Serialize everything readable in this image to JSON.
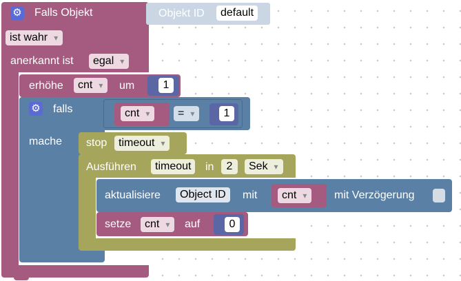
{
  "colors": {
    "event_block": "#a55b80",
    "logic_block": "#5b80a5",
    "timer_block": "#a5a55b",
    "variable_block": "#a55b80",
    "math_block": "#5b67a5",
    "field_bg": "#ffffff",
    "dropdown_field_bg": "#eed9e2",
    "gear_icon": "#5b6bd6"
  },
  "trigger": {
    "title": "Falls Objekt",
    "object_label": "Objekt ID",
    "object_value": "default",
    "condition_value": "ist wahr",
    "ack_label": "anerkannt ist",
    "ack_value": "egal"
  },
  "increment": {
    "label": "erhöhe",
    "variable": "cnt",
    "by_label": "um",
    "amount": "1"
  },
  "if_block": {
    "label": "falls",
    "do_label": "mache",
    "compare_variable": "cnt",
    "operator": "=",
    "compare_value": "1"
  },
  "timeout_stop": {
    "label": "stop",
    "name": "timeout"
  },
  "timeout_run": {
    "label": "Ausführen",
    "name": "timeout",
    "in_label": "in",
    "delay": "2",
    "unit": "Sek"
  },
  "update": {
    "label": "aktualisiere",
    "object_field": "Object ID",
    "with_label": "mit",
    "variable": "cnt",
    "delay_label": "mit Verzögerung"
  },
  "set_var": {
    "label": "setze",
    "variable": "cnt",
    "to_label": "auf",
    "value": "0"
  }
}
